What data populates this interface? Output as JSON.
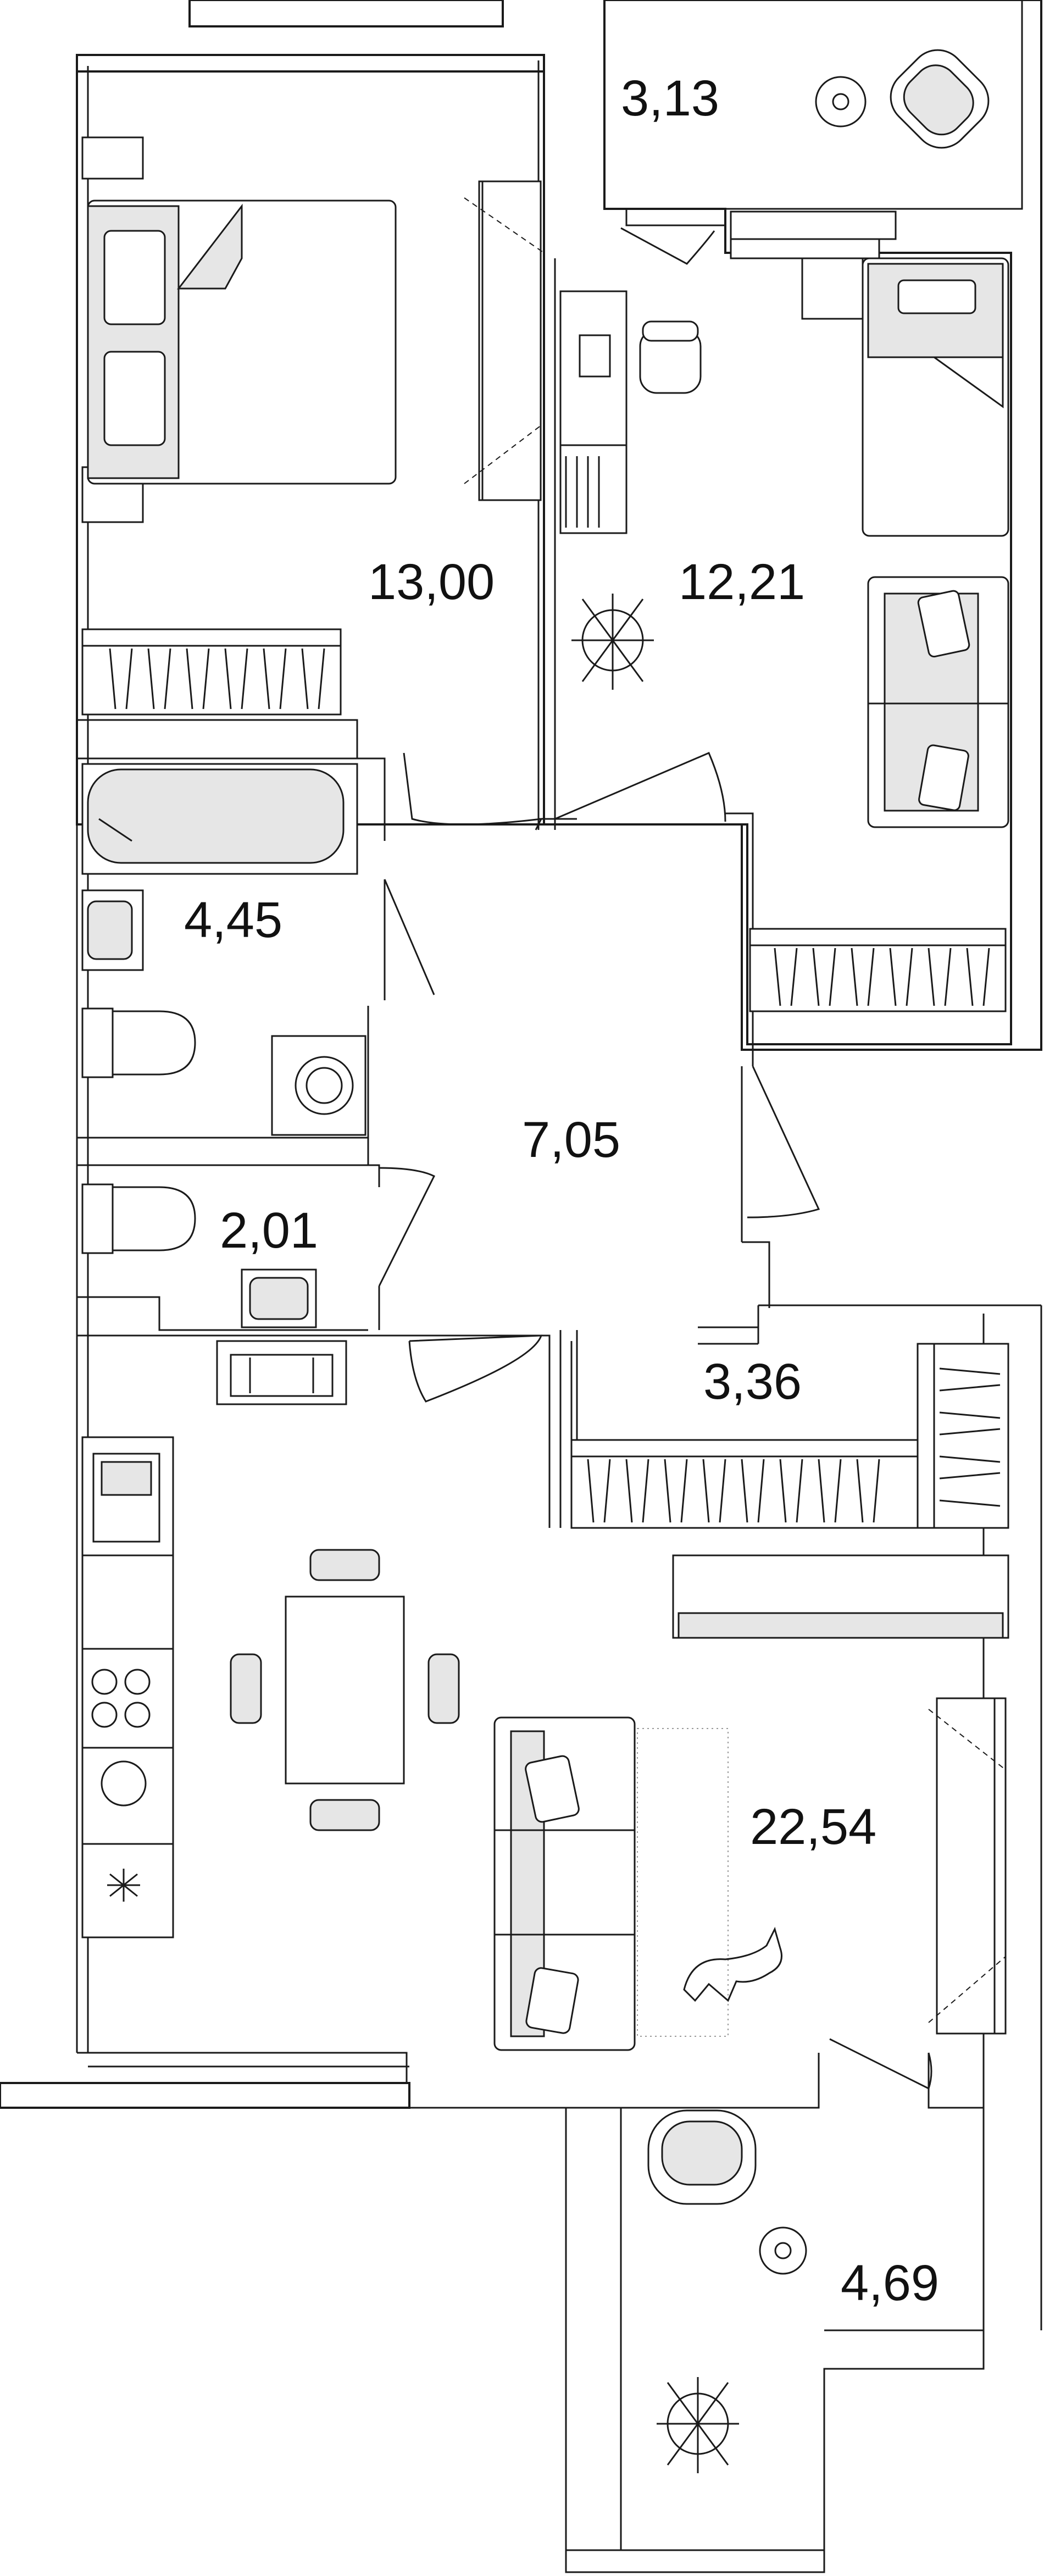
{
  "plan": {
    "rooms": [
      {
        "id": "balcony-top",
        "area": "3,13"
      },
      {
        "id": "bedroom-1",
        "area": "13,00"
      },
      {
        "id": "bedroom-2",
        "area": "12,21"
      },
      {
        "id": "bathroom",
        "area": "4,45"
      },
      {
        "id": "hallway",
        "area": "7,05"
      },
      {
        "id": "toilet",
        "area": "2,01"
      },
      {
        "id": "wardrobe",
        "area": "3,36"
      },
      {
        "id": "living-kitchen",
        "area": "22,54"
      },
      {
        "id": "balcony-bottom",
        "area": "4,69"
      }
    ],
    "colors": {
      "wall": "#1a1a1a",
      "furniture_fill": "#e6e6e6",
      "background": "#ffffff"
    }
  }
}
